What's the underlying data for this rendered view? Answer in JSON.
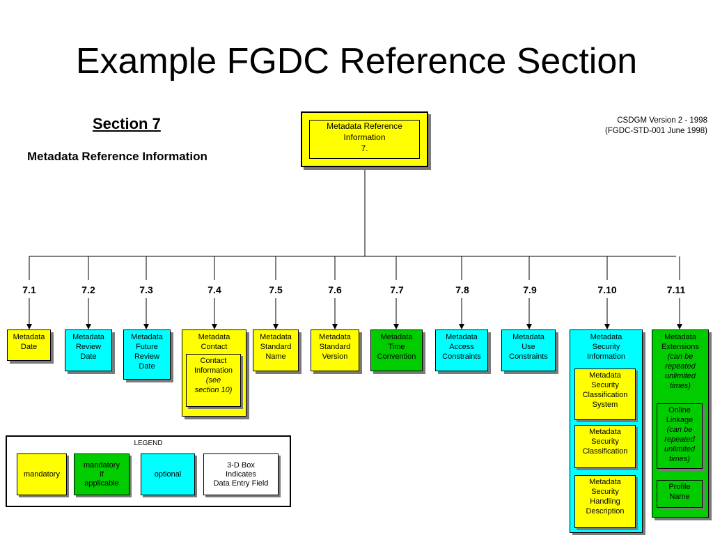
{
  "title": "Example FGDC Reference Section",
  "section": {
    "heading": "Section 7",
    "subtitle": "Metadata Reference Information"
  },
  "version": {
    "line1": "CSDGM Version 2 - 1998",
    "line2": "(FGDC-STD-001 June 1998)"
  },
  "root": {
    "lines": [
      "Metadata Reference",
      "Information",
      "7."
    ],
    "color": "#ffff00"
  },
  "elements": [
    {
      "number": "7.1",
      "lines": [
        "Metadata",
        "Date"
      ],
      "color": "#ffff00"
    },
    {
      "number": "7.2",
      "lines": [
        "Metadata",
        "Review",
        "Date"
      ],
      "color": "#00ffff"
    },
    {
      "number": "7.3",
      "lines": [
        "Metadata",
        "Future",
        "Review",
        "Date"
      ],
      "color": "#00ffff"
    },
    {
      "number": "7.4",
      "lines": [
        "Metadata",
        "Contact"
      ],
      "color": "#ffff00",
      "sub": {
        "lines": [
          "Contact",
          "Information"
        ],
        "italic_lines": [
          "(see",
          "section 10)"
        ]
      }
    },
    {
      "number": "7.5",
      "lines": [
        "Metadata",
        "Standard",
        "Name"
      ],
      "color": "#ffff00"
    },
    {
      "number": "7.6",
      "lines": [
        "Metadata",
        "Standard",
        "Version"
      ],
      "color": "#ffff00"
    },
    {
      "number": "7.7",
      "lines": [
        "Metadata",
        "Time",
        "Convention"
      ],
      "color": "#00cc00"
    },
    {
      "number": "7.8",
      "lines": [
        "Metadata",
        "Access",
        "Constraints"
      ],
      "color": "#00ffff"
    },
    {
      "number": "7.9",
      "lines": [
        "Metadata",
        "Use",
        "Constraints"
      ],
      "color": "#00ffff"
    },
    {
      "number": "7.10",
      "lines": [
        "Metadata",
        "Security",
        "Information"
      ],
      "color": "#00ffff",
      "children": [
        {
          "lines": [
            "Metadata",
            "Security",
            "Classification",
            "System"
          ],
          "color": "#ffff00"
        },
        {
          "lines": [
            "Metadata",
            "Security",
            "Classification"
          ],
          "color": "#ffff00"
        },
        {
          "lines": [
            "Metadata",
            "Security",
            "Handling",
            "Description"
          ],
          "color": "#ffff00"
        }
      ]
    },
    {
      "number": "7.11",
      "lines": [
        "Metadata",
        "Extensions"
      ],
      "italic_lines": [
        "(can be",
        "repeated",
        "unlimited",
        "times)"
      ],
      "color": "#00cc00",
      "children": [
        {
          "lines": [
            "Online",
            "Linkage"
          ],
          "italic_lines": [
            "(can be",
            "repeated",
            "unlimited",
            "times)"
          ],
          "color": "#00cc00"
        },
        {
          "lines": [
            "Profile",
            "Name"
          ],
          "color": "#00cc00"
        }
      ]
    }
  ],
  "legend": {
    "title": "LEGEND",
    "items": [
      {
        "lines": [
          "mandatory"
        ],
        "color": "#ffff00"
      },
      {
        "lines": [
          "mandatory",
          "if",
          "applicable"
        ],
        "color": "#00cc00"
      },
      {
        "lines": [
          "optional"
        ],
        "color": "#00ffff"
      },
      {
        "lines": [
          "3-D Box",
          "Indicates",
          "Data Entry Field"
        ],
        "color": "#ffffff"
      }
    ]
  }
}
